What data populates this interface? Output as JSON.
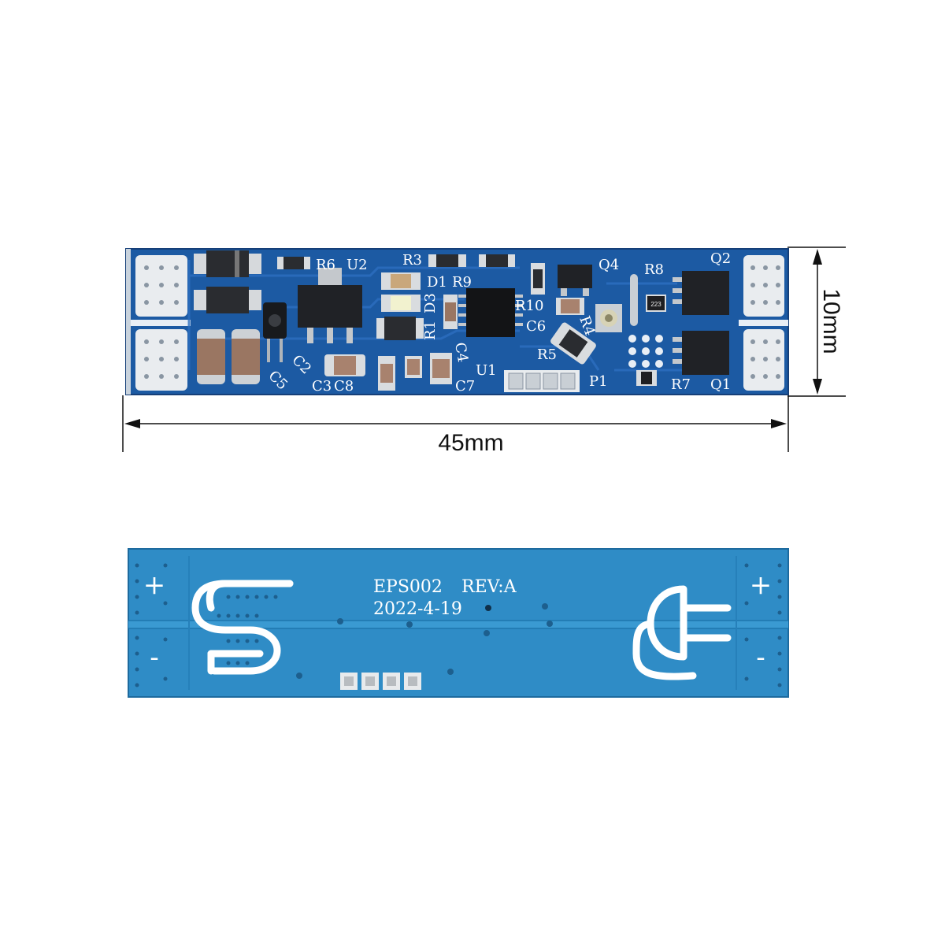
{
  "dimensions": {
    "width_label": "45mm",
    "height_label": "10mm"
  },
  "top_board": {
    "color": "#1f5fa8",
    "labels": {
      "r6": "R6",
      "u2": "U2",
      "r3": "R3",
      "d1": "D1",
      "r9": "R9",
      "q4": "Q4",
      "r8": "R8",
      "q2": "Q2",
      "d3": "D3",
      "r1": "R1",
      "r10": "R10",
      "c6": "C6",
      "r4": "R4",
      "c4": "C4",
      "r5": "R5",
      "u1": "U1",
      "p1": "P1",
      "r7": "R7",
      "q1": "Q1",
      "c2": "C2",
      "c3": "C3",
      "c8": "C8",
      "c7": "C7",
      "c5": "C5",
      "res_code": "223"
    }
  },
  "bottom_board": {
    "color": "#2f8fc8",
    "model": "EPS002",
    "revision": "REV:A",
    "date": "2022-4-19",
    "plus_sign": "+",
    "minus_sign": "-"
  }
}
